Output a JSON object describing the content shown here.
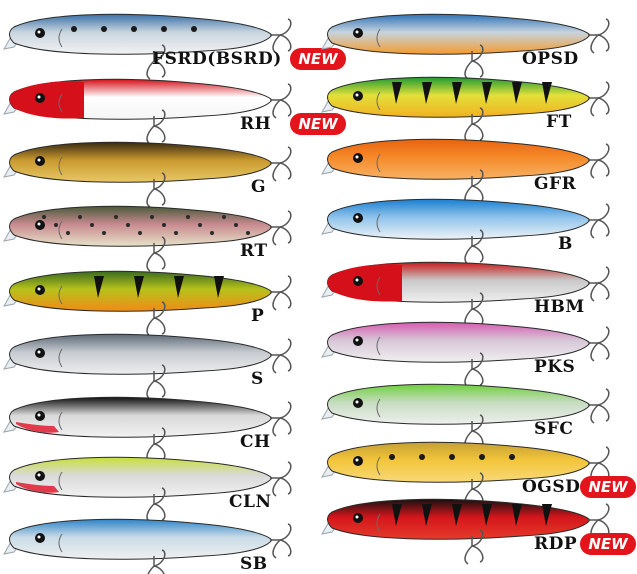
{
  "new_badge_label": "NEW",
  "left_column": [
    {
      "code": "FSRD(BSRD)",
      "new": true,
      "colors": {
        "top": "#3a6fa8",
        "mid": "#c9d6df",
        "belly": "#f2f2f2"
      },
      "pattern": "spots"
    },
    {
      "code": "RH",
      "new": true,
      "colors": {
        "top": "#d6101a",
        "mid": "#ffffff",
        "belly": "#f5f5f5"
      },
      "pattern": "redhead"
    },
    {
      "code": "G",
      "new": false,
      "colors": {
        "top": "#3a2a12",
        "mid": "#c99a2e",
        "belly": "#e8c867"
      },
      "pattern": "plain"
    },
    {
      "code": "RT",
      "new": false,
      "colors": {
        "top": "#4a5a3a",
        "mid": "#c88a8f",
        "belly": "#e6e2c9"
      },
      "pattern": "trout"
    },
    {
      "code": "P",
      "new": false,
      "colors": {
        "top": "#3b6b1e",
        "mid": "#b7c21c",
        "belly": "#f28a16"
      },
      "pattern": "perch"
    },
    {
      "code": "S",
      "new": false,
      "colors": {
        "top": "#5d6a78",
        "mid": "#c7cbd0",
        "belly": "#eeeeee"
      },
      "pattern": "plain"
    },
    {
      "code": "CH",
      "new": false,
      "colors": {
        "top": "#111111",
        "mid": "#d8d8d8",
        "belly": "#f2f2f2"
      },
      "pattern": "redchin"
    },
    {
      "code": "CLN",
      "new": false,
      "colors": {
        "top": "#c8e03a",
        "mid": "#d9d9d9",
        "belly": "#f2f2f2"
      },
      "pattern": "redchin"
    },
    {
      "code": "SB",
      "new": false,
      "colors": {
        "top": "#2f84c9",
        "mid": "#c9dbe6",
        "belly": "#f0f0f0"
      },
      "pattern": "plain"
    }
  ],
  "right_column": [
    {
      "code": "OPSD",
      "new": false,
      "colors": {
        "top": "#2f72b8",
        "mid": "#c7d4de",
        "belly": "#f39a2c"
      },
      "pattern": "plain"
    },
    {
      "code": "FT",
      "new": false,
      "colors": {
        "top": "#1e9b32",
        "mid": "#e3e03a",
        "belly": "#f1b020"
      },
      "pattern": "tiger"
    },
    {
      "code": "GFR",
      "new": false,
      "colors": {
        "top": "#e8630f",
        "mid": "#f58a2a",
        "belly": "#f7b264"
      },
      "pattern": "plain"
    },
    {
      "code": "B",
      "new": false,
      "colors": {
        "top": "#1a7fd0",
        "mid": "#8fc3ea",
        "belly": "#eef3f7"
      },
      "pattern": "plain"
    },
    {
      "code": "HBM",
      "new": false,
      "colors": {
        "top": "#c91b1b",
        "mid": "#c9c9c9",
        "belly": "#efefef"
      },
      "pattern": "redhead"
    },
    {
      "code": "PKS",
      "new": false,
      "colors": {
        "top": "#d75bb0",
        "mid": "#d6c7d6",
        "belly": "#f0f0f0"
      },
      "pattern": "plain"
    },
    {
      "code": "SFC",
      "new": false,
      "colors": {
        "top": "#6fcf3c",
        "mid": "#c6dcc0",
        "belly": "#efefef"
      },
      "pattern": "plain"
    },
    {
      "code": "OGSD",
      "new": true,
      "colors": {
        "top": "#c6a034",
        "mid": "#f3c53b",
        "belly": "#f7d978"
      },
      "pattern": "spots"
    },
    {
      "code": "RDP",
      "new": true,
      "colors": {
        "top": "#181010",
        "mid": "#d4161c",
        "belly": "#e63b2b"
      },
      "pattern": "tiger"
    }
  ]
}
